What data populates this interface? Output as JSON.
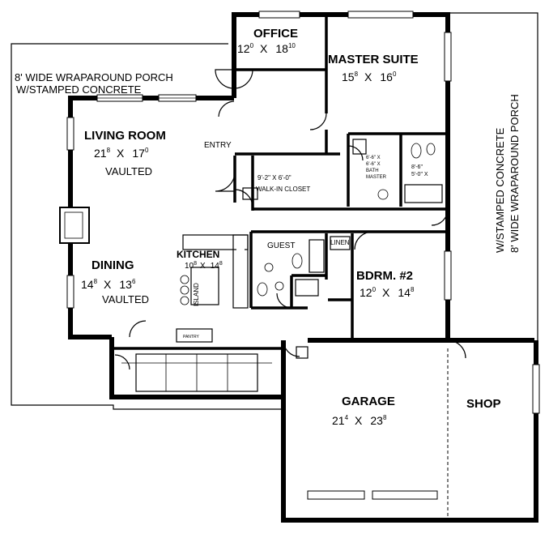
{
  "rooms": {
    "office": {
      "label": "OFFICE",
      "dim_a": "12",
      "dim_a_sup": "0",
      "sep": "X",
      "dim_b": "18",
      "dim_b_sup": "10"
    },
    "master_suite": {
      "label": "MASTER  SUITE",
      "dim_a": "15",
      "dim_a_sup": "8",
      "sep": "X",
      "dim_b": "16",
      "dim_b_sup": "0"
    },
    "living_room": {
      "label": "LIVING  ROOM",
      "dim_a": "21",
      "dim_a_sup": "8",
      "sep": "X",
      "dim_b": "17",
      "dim_b_sup": "0",
      "note": "VAULTED"
    },
    "dining": {
      "label": "DINING",
      "dim_a": "14",
      "dim_a_sup": "8",
      "sep": "X",
      "dim_b": "13",
      "dim_b_sup": "6",
      "note": "VAULTED"
    },
    "kitchen": {
      "label": "KITCHEN",
      "dim_a": "10",
      "dim_a_sup": "8",
      "sep": "X",
      "dim_b": "14",
      "dim_b_sup": "8"
    },
    "bedroom2": {
      "label": "BDRM.  #2",
      "dim_a": "12",
      "dim_a_sup": "0",
      "sep": "X",
      "dim_b": "14",
      "dim_b_sup": "8"
    },
    "garage": {
      "label": "GARAGE",
      "dim_a": "21",
      "dim_a_sup": "4",
      "sep": "X",
      "dim_b": "23",
      "dim_b_sup": "8"
    },
    "shop": {
      "label": "SHOP"
    }
  },
  "labels": {
    "entry": "ENTRY",
    "walkin_dim": "9'-2\" X 6'-0\"",
    "walkin": "WALK-IN CLOSET",
    "guest": "GUEST",
    "linen": "LINEN",
    "island": "ISLAND",
    "pantry": "PANTRY",
    "bath_dim": "6'-6\" X",
    "bath_dim2": "6'-6\" X",
    "bath_name": "BATH",
    "bath_name2": "MASTER",
    "bath2_dim": "8'-6\"",
    "bath2_dim2": "5'-0\" X",
    "porch_left_1": "8' WIDE WRAPAROUND PORCH",
    "porch_left_2": "W/STAMPED CONCRETE",
    "porch_right_1": "W/STAMPED CONCRETE",
    "porch_right_2": "8' WIDE WRAPAROUND PORCH"
  }
}
